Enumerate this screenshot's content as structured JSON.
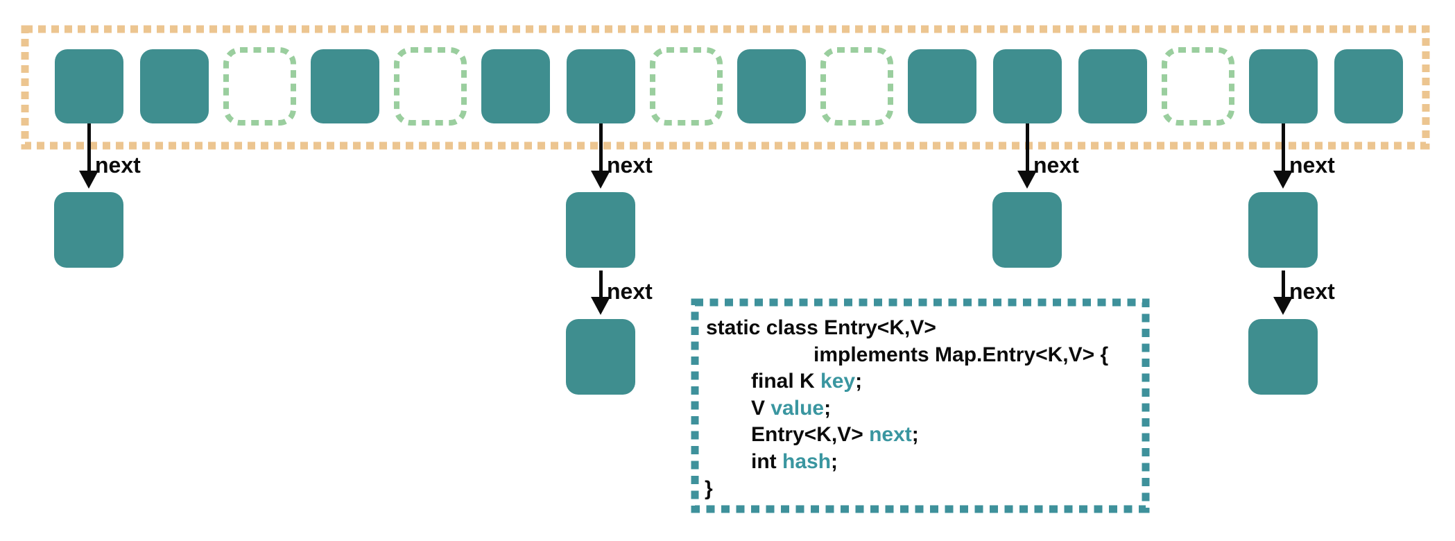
{
  "diagram": {
    "title_semantic": "hashmap-bucket-array-with-entry-chains",
    "arrow_label": "next",
    "buckets": {
      "count": 16,
      "cells": [
        "filled",
        "filled",
        "empty",
        "filled",
        "empty",
        "filled",
        "filled",
        "empty",
        "filled",
        "empty",
        "filled",
        "filled",
        "filled",
        "empty",
        "filled",
        "filled"
      ]
    },
    "chains": [
      {
        "bucket_index": 0,
        "entry_count": 1
      },
      {
        "bucket_index": 6,
        "entry_count": 2
      },
      {
        "bucket_index": 11,
        "entry_count": 1
      },
      {
        "bucket_index": 14,
        "entry_count": 2
      }
    ]
  },
  "code_box": {
    "language": "java",
    "lines": [
      {
        "indent": "none",
        "segments": [
          {
            "text": "static class Entry<K,V>",
            "color": "black"
          }
        ]
      },
      {
        "indent": "deep",
        "segments": [
          {
            "text": "implements Map.Entry<K,V> {",
            "color": "black"
          }
        ]
      },
      {
        "indent": "field",
        "segments": [
          {
            "text": "final K ",
            "color": "black"
          },
          {
            "text": "key",
            "color": "teal"
          },
          {
            "text": ";",
            "color": "black"
          }
        ]
      },
      {
        "indent": "field",
        "segments": [
          {
            "text": "V ",
            "color": "black"
          },
          {
            "text": "value",
            "color": "teal"
          },
          {
            "text": ";",
            "color": "black"
          }
        ]
      },
      {
        "indent": "field",
        "segments": [
          {
            "text": "Entry<K,V> ",
            "color": "black"
          },
          {
            "text": "next",
            "color": "teal"
          },
          {
            "text": ";",
            "color": "black"
          }
        ]
      },
      {
        "indent": "field",
        "segments": [
          {
            "text": "int ",
            "color": "black"
          },
          {
            "text": "hash",
            "color": "teal"
          },
          {
            "text": ";",
            "color": "black"
          }
        ]
      },
      {
        "indent": "close",
        "segments": [
          {
            "text": "}",
            "color": "black"
          }
        ]
      }
    ]
  },
  "colors": {
    "bucket_fill_teal": "#3F8E8F",
    "empty_dash_green": "#9ACE9E",
    "array_border_orange": "#ECC590",
    "code_border_teal": "#3E919B",
    "code_field_teal": "#3A96A0",
    "text_black": "#0b0b0b"
  }
}
